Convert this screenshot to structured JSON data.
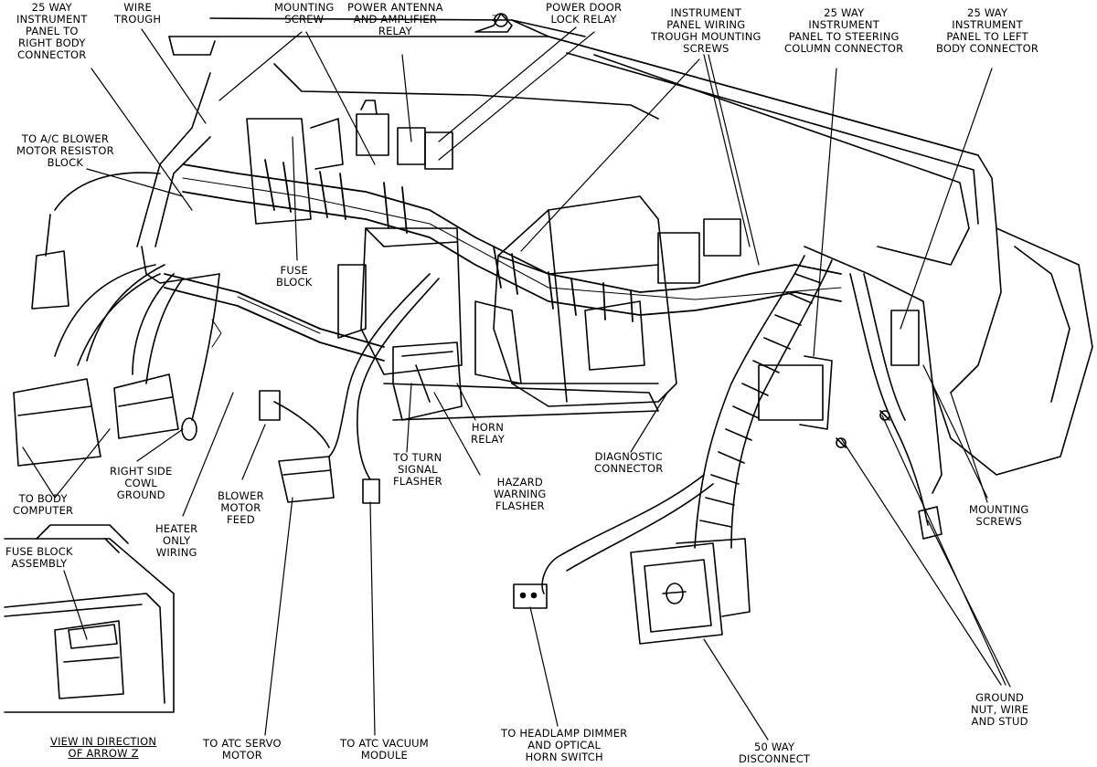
{
  "labels": {
    "instr_panel_right_body": "25 WAY\nINSTRUMENT\nPANEL TO\nRIGHT BODY\nCONNECTOR",
    "wire_trough": "WIRE\nTROUGH",
    "mounting_screw": "MOUNTING\nSCREW",
    "power_antenna_relay": "POWER ANTENNA\nAND AMPLIFIER\nRELAY",
    "arrow_z": "Z",
    "power_door_lock_relay": "POWER DOOR\nLOCK RELAY",
    "trough_mounting_screws": "INSTRUMENT\nPANEL WIRING\nTROUGH MOUNTING\nSCREWS",
    "steering_column_connector": "25 WAY\nINSTRUMENT\nPANEL TO STEERING\nCOLUMN CONNECTOR",
    "left_body_connector": "25 WAY\nINSTRUMENT\nPANEL TO LEFT\nBODY CONNECTOR",
    "ac_blower_resistor": "TO A/C BLOWER\nMOTOR RESISTOR\nBLOCK",
    "fuse_block": "FUSE\nBLOCK",
    "horn_relay": "HORN\nRELAY",
    "diagnostic_connector": "DIAGNOSTIC\nCONNECTOR",
    "turn_signal_flasher": "TO TURN\nSIGNAL\nFLASHER",
    "hazard_warning_flasher": "HAZARD\nWARNING\nFLASHER",
    "body_computer": "TO BODY\nCOMPUTER",
    "right_side_cowl_ground": "RIGHT SIDE\nCOWL\nGROUND",
    "blower_motor_feed": "BLOWER\nMOTOR\nFEED",
    "heater_only_wiring": "HEATER\nONLY\nWIRING",
    "mounting_screws_right": "MOUNTING\nSCREWS",
    "fuse_block_assembly": "FUSE BLOCK\nASSEMBLY",
    "view_arrow_z": "VIEW IN DIRECTION\nOF ARROW Z",
    "atc_servo_motor": "TO ATC SERVO\nMOTOR",
    "atc_vacuum_module": "TO ATC VACUUM\nMODULE",
    "headlamp_dimmer": "TO HEADLAMP DIMMER\nAND OPTICAL\nHORN SWITCH",
    "fifty_way_disconnect": "50 WAY\nDISCONNECT",
    "ground_nut_wire_stud": "GROUND\nNUT, WIRE\nAND STUD"
  },
  "colors": {
    "ink": "#000000",
    "paper": "#ffffff"
  }
}
